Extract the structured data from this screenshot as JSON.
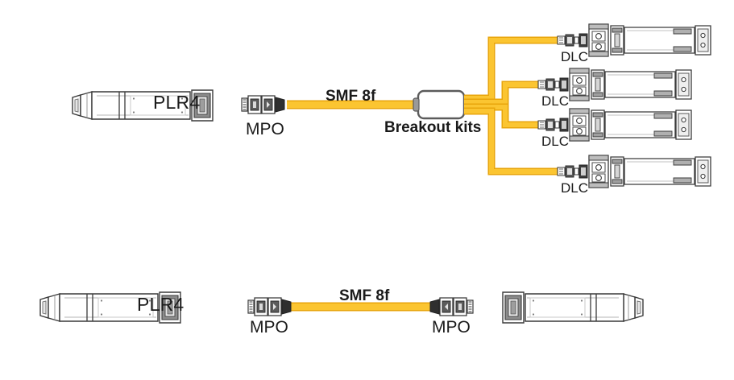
{
  "diagram": {
    "title": "PLR4 breakout connectivity diagram",
    "colors": {
      "fiber": "#FBC531",
      "fiber_edge": "#E8A50C",
      "outline": "#3a3a3a",
      "body_fill": "#ffffff",
      "port_dark": "#4a4a4a",
      "shade": "#d8d8d8",
      "text": "#1a1a1a"
    },
    "top_row": {
      "module_label": "PLR4",
      "near_connector_label": "MPO",
      "cable_label": "SMF 8f",
      "breakout_label": "Breakout kits",
      "branches": [
        {
          "label": "DLC"
        },
        {
          "label": "DLC"
        },
        {
          "label": "DLC"
        },
        {
          "label": "DLC"
        }
      ]
    },
    "bottom_row": {
      "module_label": "PLR4",
      "left_connector_label": "MPO",
      "cable_label": "SMF 8f",
      "right_connector_label": "MPO"
    }
  }
}
